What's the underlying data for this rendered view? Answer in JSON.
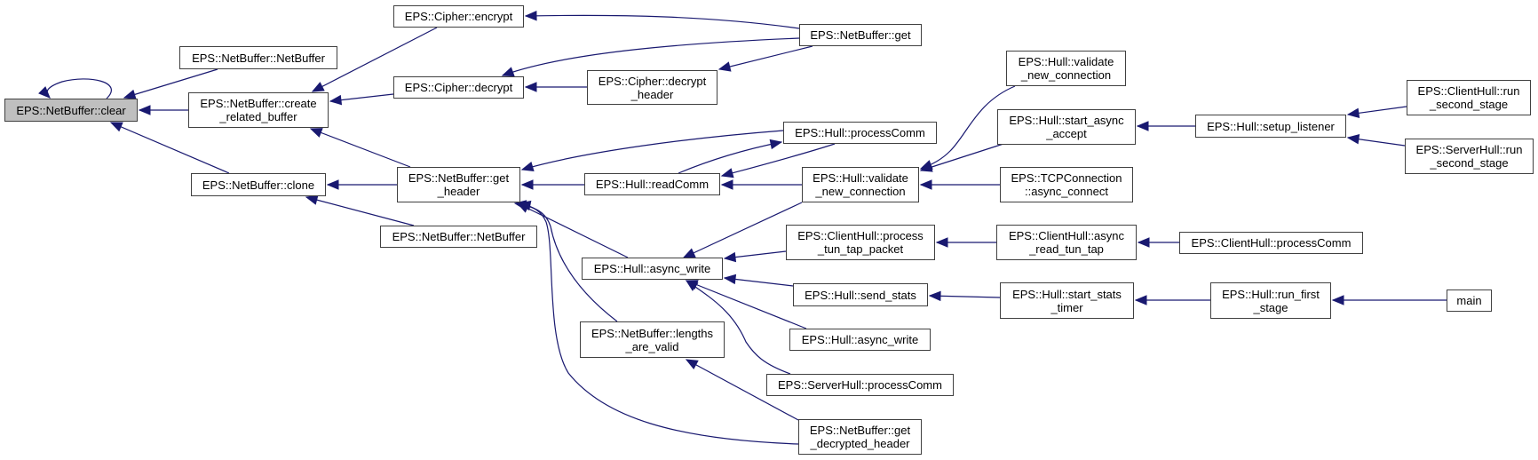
{
  "diagram": {
    "type": "doxygen-caller-graph",
    "colors": {
      "edge": "#191970",
      "border": "#404040",
      "root_fill": "#bfbfbf",
      "node_fill": "#ffffff"
    },
    "nodes": [
      {
        "id": "clear",
        "lines": [
          "EPS::NetBuffer::clear"
        ],
        "root": true
      },
      {
        "id": "nb_ctor1",
        "lines": [
          "EPS::NetBuffer::NetBuffer"
        ]
      },
      {
        "id": "create_related",
        "lines": [
          "EPS::NetBuffer::create",
          "_related_buffer"
        ]
      },
      {
        "id": "clone",
        "lines": [
          "EPS::NetBuffer::clone"
        ]
      },
      {
        "id": "encrypt",
        "lines": [
          "EPS::Cipher::encrypt"
        ]
      },
      {
        "id": "decrypt",
        "lines": [
          "EPS::Cipher::decrypt"
        ]
      },
      {
        "id": "decrypt_header",
        "lines": [
          "EPS::Cipher::decrypt",
          "_header"
        ]
      },
      {
        "id": "nb_get",
        "lines": [
          "EPS::NetBuffer::get"
        ]
      },
      {
        "id": "get_header",
        "lines": [
          "EPS::NetBuffer::get",
          "_header"
        ]
      },
      {
        "id": "nb_ctor2",
        "lines": [
          "EPS::NetBuffer::NetBuffer"
        ]
      },
      {
        "id": "readComm",
        "lines": [
          "EPS::Hull::readComm"
        ]
      },
      {
        "id": "hull_processComm",
        "lines": [
          "EPS::Hull::processComm"
        ]
      },
      {
        "id": "validate_mid",
        "lines": [
          "EPS::Hull::validate",
          "_new_connection"
        ]
      },
      {
        "id": "validate_top",
        "lines": [
          "EPS::Hull::validate",
          "_new_connection"
        ]
      },
      {
        "id": "start_async_accept",
        "lines": [
          "EPS::Hull::start_async",
          "_accept"
        ]
      },
      {
        "id": "tcp_async_connect",
        "lines": [
          "EPS::TCPConnection",
          "::async_connect"
        ]
      },
      {
        "id": "setup_listener",
        "lines": [
          "EPS::Hull::setup_listener"
        ]
      },
      {
        "id": "client_run_second",
        "lines": [
          "EPS::ClientHull::run",
          "_second_stage"
        ]
      },
      {
        "id": "server_run_second",
        "lines": [
          "EPS::ServerHull::run",
          "_second_stage"
        ]
      },
      {
        "id": "async_write",
        "lines": [
          "EPS::Hull::async_write"
        ]
      },
      {
        "id": "process_tun_tap",
        "lines": [
          "EPS::ClientHull::process",
          "_tun_tap_packet"
        ]
      },
      {
        "id": "async_read_tun_tap",
        "lines": [
          "EPS::ClientHull::async",
          "_read_tun_tap"
        ]
      },
      {
        "id": "client_processComm",
        "lines": [
          "EPS::ClientHull::processComm"
        ]
      },
      {
        "id": "send_stats",
        "lines": [
          "EPS::Hull::send_stats"
        ]
      },
      {
        "id": "start_stats_timer",
        "lines": [
          "EPS::Hull::start_stats",
          "_timer"
        ]
      },
      {
        "id": "run_first_stage",
        "lines": [
          "EPS::Hull::run_first",
          "_stage"
        ]
      },
      {
        "id": "main",
        "lines": [
          "main"
        ]
      },
      {
        "id": "async_write2",
        "lines": [
          "EPS::Hull::async_write"
        ]
      },
      {
        "id": "server_processComm",
        "lines": [
          "EPS::ServerHull::processComm"
        ]
      },
      {
        "id": "lengths_valid",
        "lines": [
          "EPS::NetBuffer::lengths",
          "_are_valid"
        ]
      },
      {
        "id": "get_decrypted_header",
        "lines": [
          "EPS::NetBuffer::get",
          "_decrypted_header"
        ]
      }
    ],
    "edges": [
      {
        "from": "clear",
        "to": "clear"
      },
      {
        "from": "nb_ctor1",
        "to": "clear"
      },
      {
        "from": "create_related",
        "to": "clear"
      },
      {
        "from": "clone",
        "to": "clear"
      },
      {
        "from": "encrypt",
        "to": "create_related"
      },
      {
        "from": "decrypt",
        "to": "create_related"
      },
      {
        "from": "get_header",
        "to": "create_related"
      },
      {
        "from": "get_header",
        "to": "clone"
      },
      {
        "from": "nb_ctor2",
        "to": "clone"
      },
      {
        "from": "nb_get",
        "to": "encrypt"
      },
      {
        "from": "nb_get",
        "to": "decrypt"
      },
      {
        "from": "decrypt_header",
        "to": "decrypt"
      },
      {
        "from": "nb_get",
        "to": "decrypt_header"
      },
      {
        "from": "hull_processComm",
        "to": "get_header"
      },
      {
        "from": "readComm",
        "to": "get_header"
      },
      {
        "from": "async_write",
        "to": "get_header"
      },
      {
        "from": "lengths_valid",
        "to": "get_header"
      },
      {
        "from": "get_decrypted_header",
        "to": "get_header"
      },
      {
        "from": "readComm",
        "to": "hull_processComm"
      },
      {
        "from": "hull_processComm",
        "to": "readComm"
      },
      {
        "from": "validate_mid",
        "to": "readComm"
      },
      {
        "from": "validate_top",
        "to": "validate_mid"
      },
      {
        "from": "start_async_accept",
        "to": "validate_mid"
      },
      {
        "from": "tcp_async_connect",
        "to": "validate_mid"
      },
      {
        "from": "setup_listener",
        "to": "start_async_accept"
      },
      {
        "from": "client_run_second",
        "to": "setup_listener"
      },
      {
        "from": "server_run_second",
        "to": "setup_listener"
      },
      {
        "from": "validate_mid",
        "to": "async_write"
      },
      {
        "from": "process_tun_tap",
        "to": "async_write"
      },
      {
        "from": "send_stats",
        "to": "async_write"
      },
      {
        "from": "async_write2",
        "to": "async_write"
      },
      {
        "from": "server_processComm",
        "to": "async_write"
      },
      {
        "from": "async_read_tun_tap",
        "to": "process_tun_tap"
      },
      {
        "from": "client_processComm",
        "to": "async_read_tun_tap"
      },
      {
        "from": "start_stats_timer",
        "to": "send_stats"
      },
      {
        "from": "run_first_stage",
        "to": "start_stats_timer"
      },
      {
        "from": "main",
        "to": "run_first_stage"
      },
      {
        "from": "get_decrypted_header",
        "to": "lengths_valid"
      }
    ]
  }
}
